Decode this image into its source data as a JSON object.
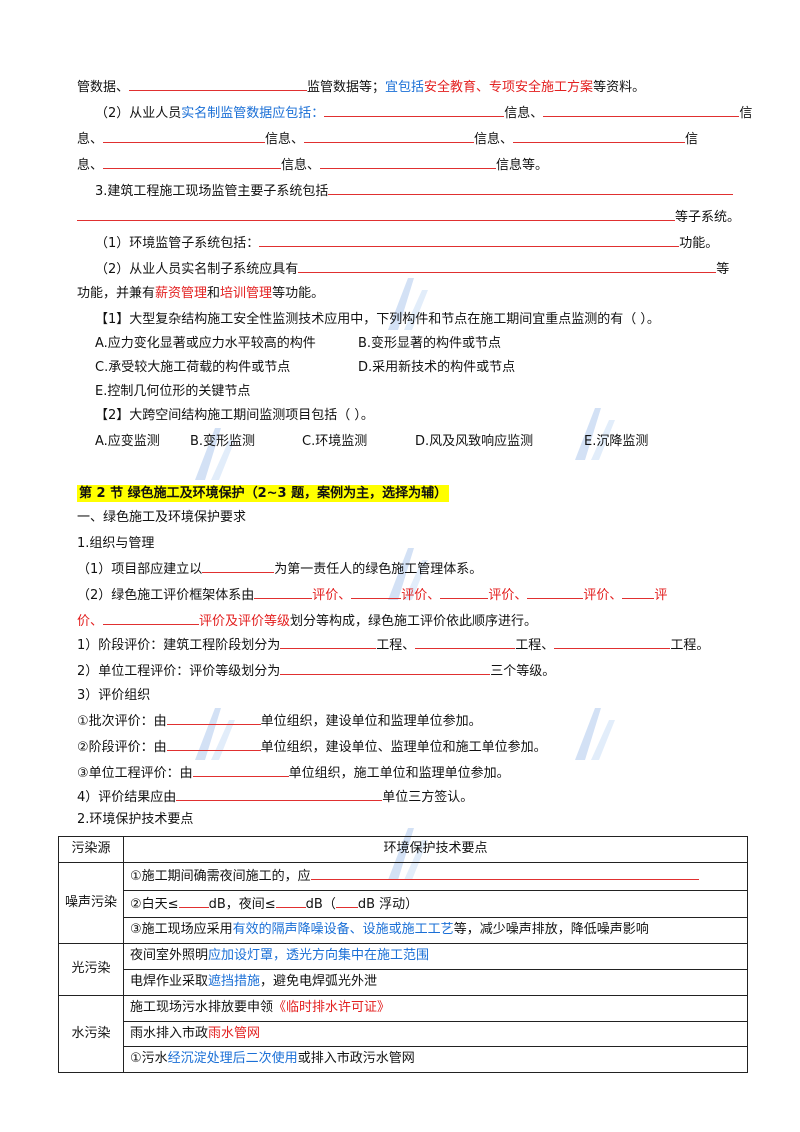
{
  "lines": {
    "l1a": "管数据、",
    "l1b": "监管数据等；",
    "l1c": "宜包括",
    "l1d": "安全教育、专项安全施工方案",
    "l1e": "等资料。",
    "l2a": "（2）从业人员",
    "l2b": "实名制监管数据应包括：",
    "l2c": "信息、",
    "l2d": "信",
    "l3a": "息、",
    "l3b": "信息、",
    "l3c": "信息、",
    "l3d": "信",
    "l4a": "息、",
    "l4b": "信息、",
    "l4c": "信息等。",
    "l5a": "3.建筑工程施工现场监管主要子系统包括",
    "l6a": "等子系统。",
    "l7a": "（1）环境监管子系统包括：",
    "l7b": "功能。",
    "l8a": "（2）从业人员实名制子系统应具有",
    "l8b": "等",
    "l9a": "功能，并兼有",
    "l9b": "薪资管理",
    "l9c": "和",
    "l9d": "培训管理",
    "l9e": "等功能。",
    "q1": "【1】大型复杂结构施工安全性监测技术应用中，下列构件和节点在施工期间宜重点监测的有（ ）。",
    "q1a": "A.应力变化显著或应力水平较高的构件",
    "q1b": "B.变形显著的构件或节点",
    "q1c": "C.承受较大施工荷载的构件或节点",
    "q1d": "D.采用新技术的构件或节点",
    "q1e": "E.控制几何位形的关键节点",
    "q2": "【2】大跨空间结构施工期间监测项目包括（ ）。",
    "q2a": "A.应变监测",
    "q2b": "B.变形监测",
    "q2c": "C.环境监测",
    "q2d": "D.风及风致响应监测",
    "q2e": "E.沉降监测",
    "sec": "第 2 节 绿色施工及环境保护（2~3 题，案例为主，选择为辅）",
    "h1": "一、绿色施工及环境保护要求",
    "h2": "1.组织与管理",
    "m1a": "（1）项目部应建立以",
    "m1b": "为第一责任人的绿色施工管理体系。",
    "m2a": "（2）绿色施工评价框架体系由",
    "m2b": "评价、",
    "m2c": "评价、",
    "m2d": "评价、",
    "m2e": "评价、",
    "m2f": "评",
    "m3a": "价、",
    "m3b": "评价及评价等级",
    "m3c": "划分等构成，绿色施工评价依此顺序进行。",
    "p1a": "1）阶段评价：建筑工程阶段划分为",
    "p1b": "工程、",
    "p1c": "工程、",
    "p1d": "工程。",
    "p2a": "2）单位工程评价：评价等级划分为",
    "p2b": "三个等级。",
    "p3": "3）评价组织",
    "p4a": "①批次评价：由",
    "p4b": "单位组织，建设单位和监理单位参加。",
    "p5a": "②阶段评价：由",
    "p5b": "单位组织，建设单位、监理单位和施工单位参加。",
    "p6a": "③单位工程评价：由",
    "p6b": "单位组织，施工单位和监理单位参加。",
    "p7a": "4）评价结果应由",
    "p7b": "单位三方签认。",
    "h3": "2.环境保护技术要点"
  },
  "table": {
    "col1": "污染源",
    "col2": "环境保护技术要点",
    "noise": "噪声污染",
    "n1": "①施工期间确需夜间施工的，应",
    "n2a": "②白天≤",
    "n2b": "dB，夜间≤",
    "n2c": "dB（",
    "n2d": "dB 浮动）",
    "n3a": "③施工现场应采用",
    "n3b": "有效的隔声降噪设备、设施或施工工艺",
    "n3c": "等，减少噪声排放，降低噪声影响",
    "light": "光污染",
    "g1a": "夜间室外照明",
    "g1b": "应加设灯罩，透光方向集中在施工范围",
    "g2a": "电焊作业采取",
    "g2b": "遮挡措施",
    "g2c": "，避免电焊弧光外泄",
    "water": "水污染",
    "w1a": "施工现场污水排放要申领",
    "w1b": "《临时排水许可证》",
    "w2a": "雨水排入市政",
    "w2b": "雨水管网",
    "w3a": "①污水",
    "w3b": "经沉淀处理后二次使用",
    "w3c": "或排入市政污水管网"
  },
  "colors": {
    "red": "#e32020",
    "blue": "#1a6fd6",
    "highlight": "#ffff00"
  }
}
